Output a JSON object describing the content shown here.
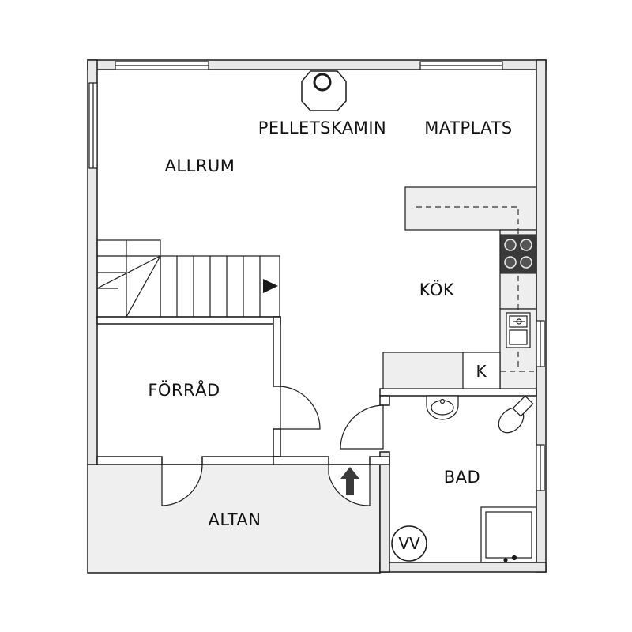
{
  "rooms": {
    "allrum": "ALLRUM",
    "pelletskamin": "PELLETSKAMIN",
    "matplats": "MATPLATS",
    "kok": "KÖK",
    "forrad": "FÖRRÅD",
    "bad": "BAD",
    "altan": "ALTAN"
  },
  "fixtures": {
    "k": "K",
    "vv": "VV"
  },
  "colors": {
    "wall": "#ffffff",
    "wall_outline": "#1a1a1a",
    "wall_fill": "#e6e6e6",
    "terrace": "#efefef",
    "counter": "#eeeeee",
    "stove": "#3a3a3a"
  }
}
